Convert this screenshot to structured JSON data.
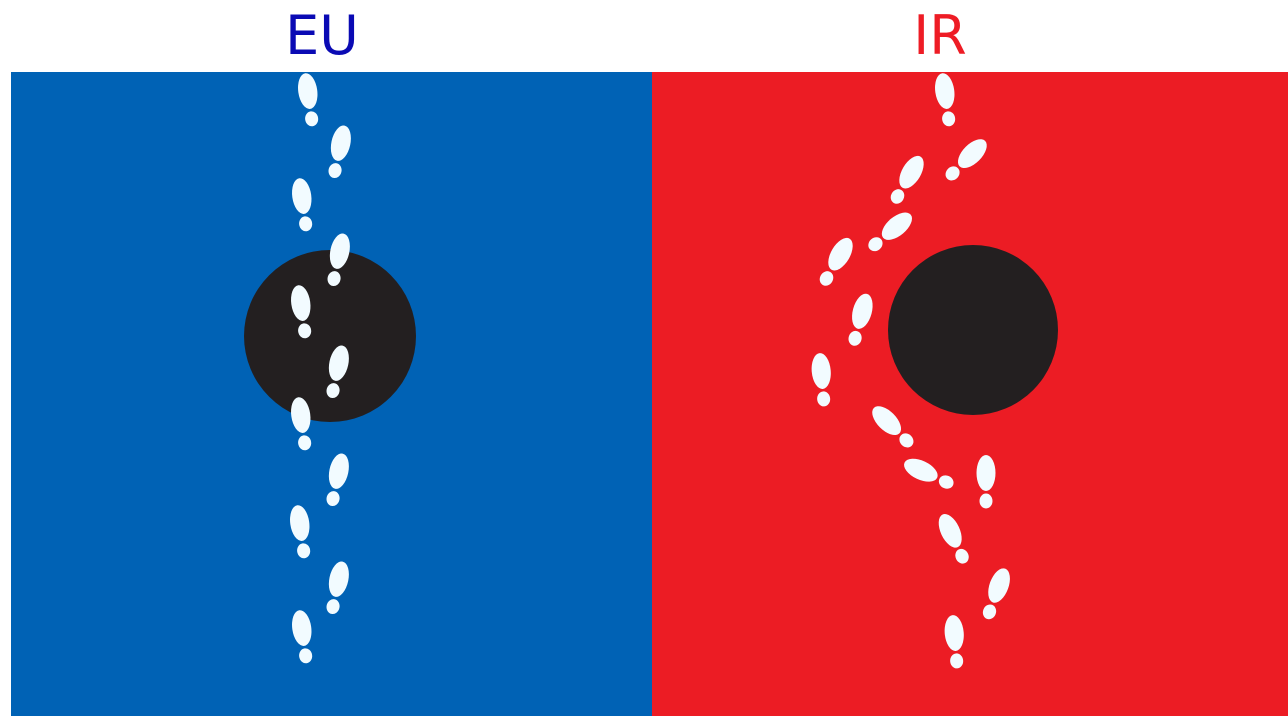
{
  "panels": [
    {
      "id": "eu",
      "title": "EU",
      "title_color": "#0a0ab4",
      "background": "#0062b5",
      "path": "straight-through-obstacle"
    },
    {
      "id": "ir",
      "title": "IR",
      "title_color": "#ee1c25",
      "background": "#ec1c24",
      "path": "detour-around-obstacle"
    }
  ],
  "colors": {
    "obstacle": "#231f20",
    "footprint": "#f2fbff"
  }
}
